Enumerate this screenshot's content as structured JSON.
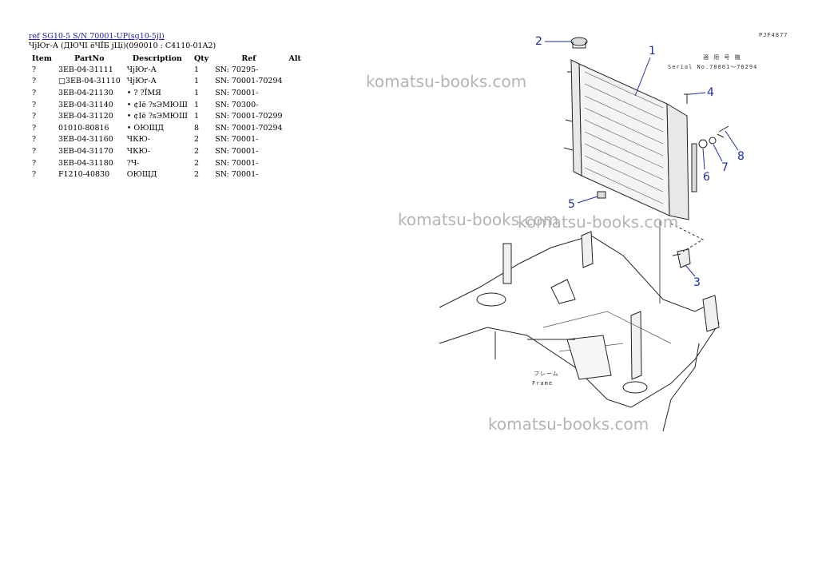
{
  "header": {
    "link_ref": "ref",
    "link_model": "SG10-5 S/N 70001-UP(sg10-5jl)",
    "subtitle": "ЧјЮґ-А (ДЮЧІ ёЧЇБ јЦі)(090010 : C4110-01A2)"
  },
  "table": {
    "columns": [
      "Item",
      "PartNo",
      "Description",
      "Qty",
      "Ref",
      "Alt"
    ],
    "rows": [
      {
        "item": "?",
        "part": "3EB-04-31111",
        "desc": "ЧјЮґ-А",
        "qty": "1",
        "ref": "SN: 70295-",
        "alt": ""
      },
      {
        "item": "?",
        "part": "□3EB-04-31110",
        "desc": "ЧјЮґ-А",
        "qty": "1",
        "ref": "SN: 70001-70294",
        "alt": ""
      },
      {
        "item": "?",
        "part": "3EB-04-21130",
        "desc": "• ? ?ЇМЯ",
        "qty": "1",
        "ref": "SN: 70001-",
        "alt": ""
      },
      {
        "item": "?",
        "part": "3EB-04-31140",
        "desc": "• ¢Іё ?sЭМЮШ",
        "qty": "1",
        "ref": "SN: 70300-",
        "alt": ""
      },
      {
        "item": "?",
        "part": "3EB-04-31120",
        "desc": "• ¢Іё ?sЭМЮШ",
        "qty": "1",
        "ref": "SN: 70001-70299",
        "alt": ""
      },
      {
        "item": "?",
        "part": "01010-80816",
        "desc": "• ОЮЩД",
        "qty": "8",
        "ref": "SN: 70001-70294",
        "alt": ""
      },
      {
        "item": "?",
        "part": "3EB-04-31160",
        "desc": "ЧКЮ-",
        "qty": "2",
        "ref": "SN: 70001-",
        "alt": ""
      },
      {
        "item": "?",
        "part": "3EB-04-31170",
        "desc": "ЧКЮ-",
        "qty": "2",
        "ref": "SN: 70001-",
        "alt": ""
      },
      {
        "item": "?",
        "part": "3EB-04-31180",
        "desc": "?Ч-",
        "qty": "2",
        "ref": "SN: 70001-",
        "alt": ""
      },
      {
        "item": "?",
        "part": "F1210-40830",
        "desc": "ОЮЩД",
        "qty": "2",
        "ref": "SN: 70001-",
        "alt": ""
      }
    ]
  },
  "diagram": {
    "code": "PJF4877",
    "applicable": "適 用 号 機",
    "serial_note": "Serial No.70001～70294",
    "frame_label_jp": "フレーム",
    "frame_label": "Frame",
    "callouts": [
      "1",
      "2",
      "3",
      "4",
      "5",
      "6",
      "7",
      "8"
    ]
  },
  "watermark": "komatsu-books.com"
}
